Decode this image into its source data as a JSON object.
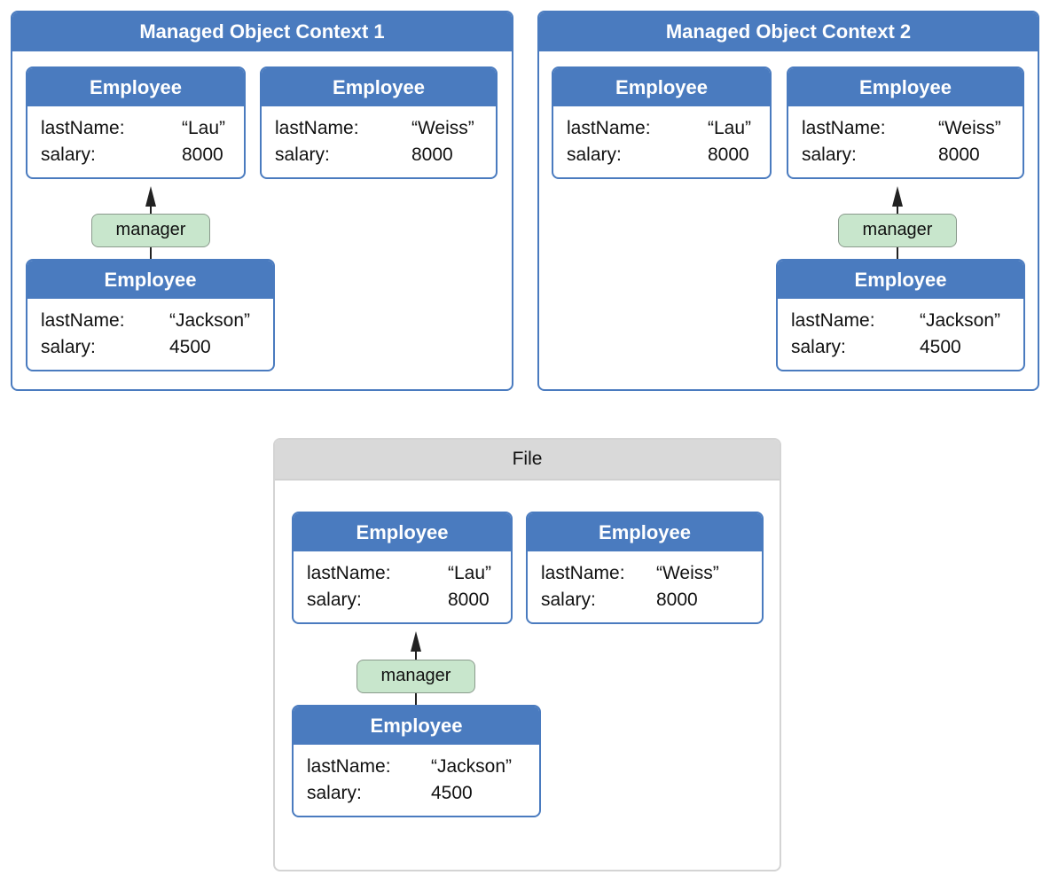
{
  "contexts": [
    {
      "title": "Managed Object Context 1",
      "entities": [
        {
          "header": "Employee",
          "lastName_key": "lastName:",
          "lastName_value": "“Lau”",
          "salary_key": "salary:",
          "salary_value": "8000"
        },
        {
          "header": "Employee",
          "lastName_key": "lastName:",
          "lastName_value": "“Weiss”",
          "salary_key": "salary:",
          "salary_value": "8000"
        },
        {
          "header": "Employee",
          "lastName_key": "lastName:",
          "lastName_value": "“Jackson”",
          "salary_key": "salary:",
          "salary_value": "4500"
        }
      ],
      "relationship_label": "manager"
    },
    {
      "title": "Managed Object Context 2",
      "entities": [
        {
          "header": "Employee",
          "lastName_key": "lastName:",
          "lastName_value": "“Lau”",
          "salary_key": "salary:",
          "salary_value": "8000"
        },
        {
          "header": "Employee",
          "lastName_key": "lastName:",
          "lastName_value": "“Weiss”",
          "salary_key": "salary:",
          "salary_value": "8000"
        },
        {
          "header": "Employee",
          "lastName_key": "lastName:",
          "lastName_value": "“Jackson”",
          "salary_key": "salary:",
          "salary_value": "4500"
        }
      ],
      "relationship_label": "manager"
    }
  ],
  "file": {
    "title": "File",
    "entities": [
      {
        "header": "Employee",
        "lastName_key": "lastName:",
        "lastName_value": "“Lau”",
        "salary_key": "salary:",
        "salary_value": "8000"
      },
      {
        "header": "Employee",
        "lastName_key": "lastName:",
        "lastName_value": "“Weiss”",
        "salary_key": "salary:",
        "salary_value": "8000"
      },
      {
        "header": "Employee",
        "lastName_key": "lastName:",
        "lastName_value": "“Jackson”",
        "salary_key": "salary:",
        "salary_value": "4500"
      }
    ],
    "relationship_label": "manager"
  },
  "colors": {
    "header_blue": "#4a7bbf",
    "relationship_green": "#c8e6cc",
    "file_header_gray": "#d9d9d9",
    "arrow": "#222222"
  }
}
